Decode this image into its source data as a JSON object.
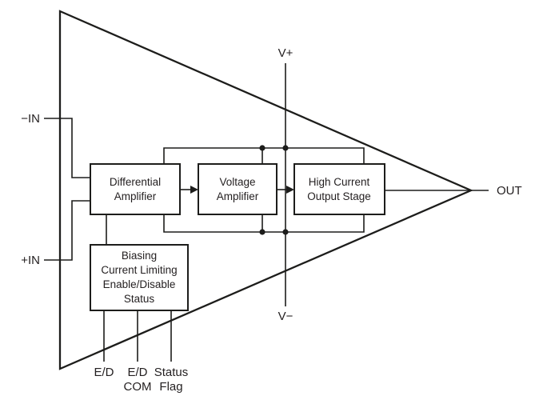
{
  "diagram": {
    "pins": {
      "in_minus": "−IN",
      "in_plus": "+IN",
      "v_plus": "V+",
      "v_minus": "V−",
      "out": "OUT",
      "ed": "E/D",
      "ed_com": [
        "E/D",
        "COM"
      ],
      "status_flag": [
        "Status",
        "Flag"
      ]
    },
    "blocks": [
      {
        "name": "differential-amplifier",
        "lines": [
          "Differential",
          "Amplifier"
        ]
      },
      {
        "name": "voltage-amplifier",
        "lines": [
          "Voltage",
          "Amplifier"
        ]
      },
      {
        "name": "high-current-output-stage",
        "lines": [
          "High Current",
          "Output Stage"
        ]
      },
      {
        "name": "biasing-block",
        "lines": [
          "Biasing",
          "Current Limiting",
          "Enable/Disable",
          "Status"
        ]
      }
    ],
    "colors": {
      "line": "#1d1d1b",
      "text": "#231f20",
      "background": "#ffffff"
    }
  }
}
